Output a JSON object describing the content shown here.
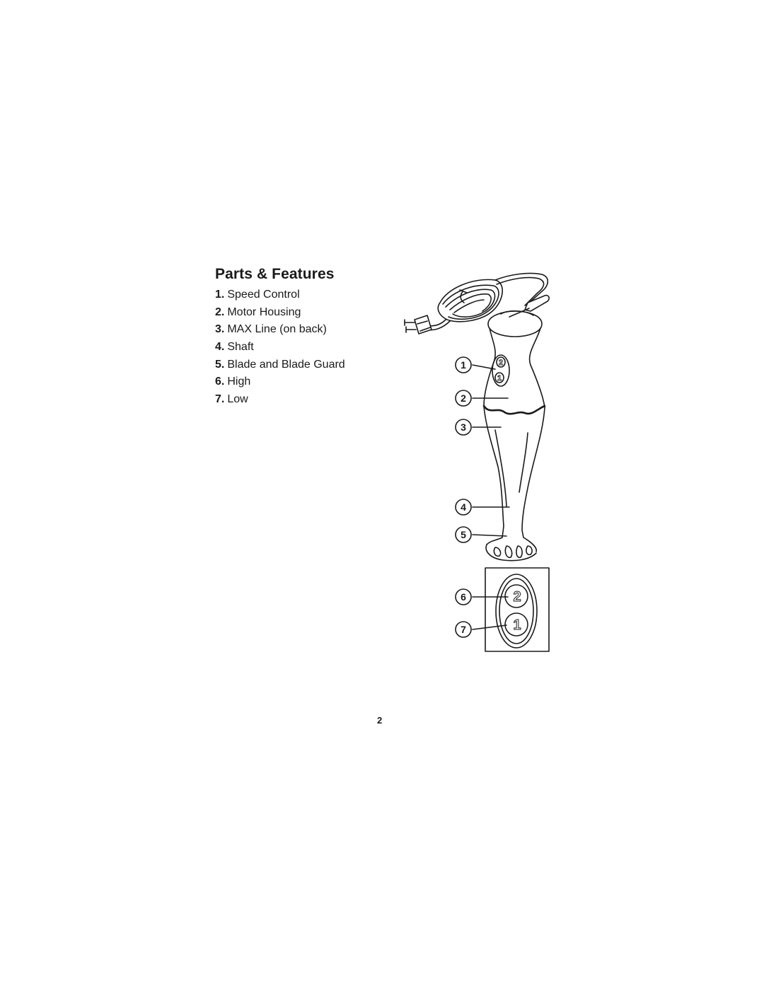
{
  "page": {
    "title": "Parts & Features",
    "page_number": "2"
  },
  "parts": [
    {
      "num": "1.",
      "label": "Speed Control"
    },
    {
      "num": "2.",
      "label": "Motor Housing"
    },
    {
      "num": "3.",
      "label": "MAX Line (on back)"
    },
    {
      "num": "4.",
      "label": "Shaft"
    },
    {
      "num": "5.",
      "label": "Blade and Blade Guard"
    },
    {
      "num": "6.",
      "label": "High"
    },
    {
      "num": "7.",
      "label": "Low"
    }
  ],
  "callouts": [
    "1",
    "2",
    "3",
    "4",
    "5",
    "6",
    "7"
  ],
  "buttons": {
    "high": "2",
    "low": "1"
  },
  "colors": {
    "ink": "#1a1a1a",
    "background": "#ffffff"
  }
}
